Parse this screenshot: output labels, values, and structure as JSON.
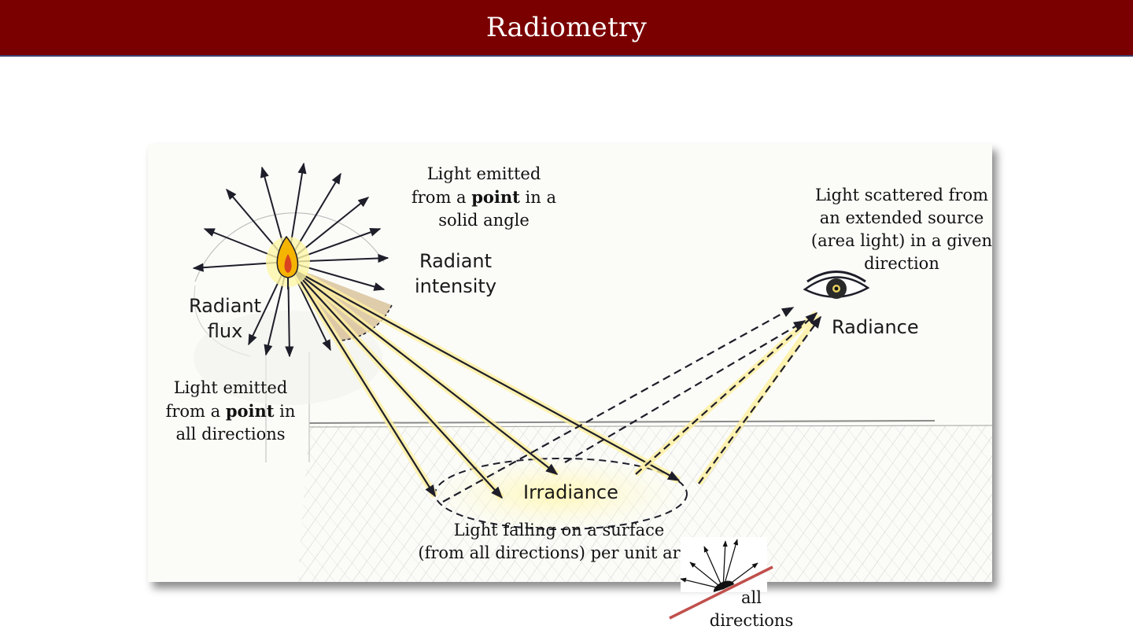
{
  "slide": {
    "title": "Radiometry"
  },
  "diagram": {
    "handwritten_labels": {
      "radiant_flux_line1": "Radiant",
      "radiant_flux_line2": "flux",
      "radiant_intensity_line1": "Radiant",
      "radiant_intensity_line2": "intensity",
      "radiance": "Radiance",
      "irradiance": "Irradiance"
    },
    "captions": {
      "intensity": {
        "line1": "Light emitted",
        "line2_pre": "from a ",
        "line2_bold": "point",
        "line2_post": " in a",
        "line3": "solid angle"
      },
      "flux": {
        "line1": "Light emitted",
        "line2_pre": "from a ",
        "line2_bold": "point",
        "line2_post": " in",
        "line3": "all directions"
      },
      "radiance": {
        "line1": "Light scattered from",
        "line2": "an extended source",
        "line3": "(area light) in a given",
        "line4": "direction"
      },
      "irradiance": {
        "line1": "Light falling on a surface",
        "line2": "(from all directions) per unit area"
      },
      "all_directions": {
        "line1": "all",
        "line2": "directions"
      }
    }
  },
  "colors": {
    "title_bar": "#7a0000",
    "surface_line": "#c0504d",
    "flame": "#f5b400",
    "glow": "#fff6a8"
  }
}
